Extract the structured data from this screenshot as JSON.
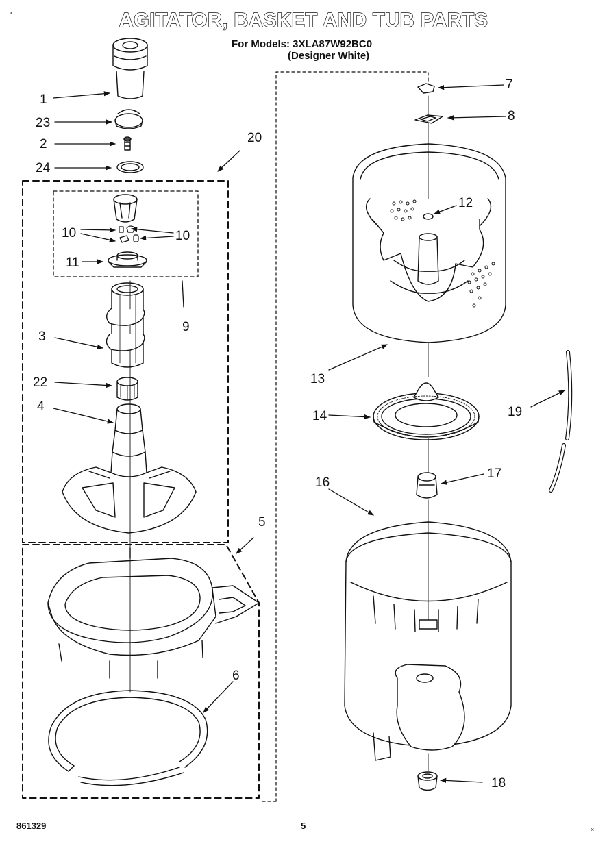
{
  "title": "AGITATOR, BASKET AND TUB PARTS",
  "subtitle": {
    "line1": "For Models: 3XLA87W92BC0",
    "line2": "(Designer White)"
  },
  "callouts": {
    "c1": "1",
    "c2": "2",
    "c3": "3",
    "c4": "4",
    "c5": "5",
    "c6": "6",
    "c7": "7",
    "c8": "8",
    "c9": "9",
    "c10a": "10",
    "c10b": "10",
    "c11": "11",
    "c12": "12",
    "c13": "13",
    "c14": "14",
    "c16": "16",
    "c17": "17",
    "c18": "18",
    "c19": "19",
    "c20": "20",
    "c22": "22",
    "c23": "23",
    "c24": "24"
  },
  "footer": {
    "doc_number": "861329",
    "page_number": "5"
  },
  "corner_marks": {
    "top_left": "×",
    "bottom_right": "×"
  },
  "colors": {
    "ink": "#111111",
    "paper": "#ffffff",
    "shade": "#d9d9d9"
  },
  "icons": [
    "agitator-cap-icon",
    "basket-icon",
    "tub-icon",
    "hub-icon",
    "seal-ring-icon"
  ]
}
